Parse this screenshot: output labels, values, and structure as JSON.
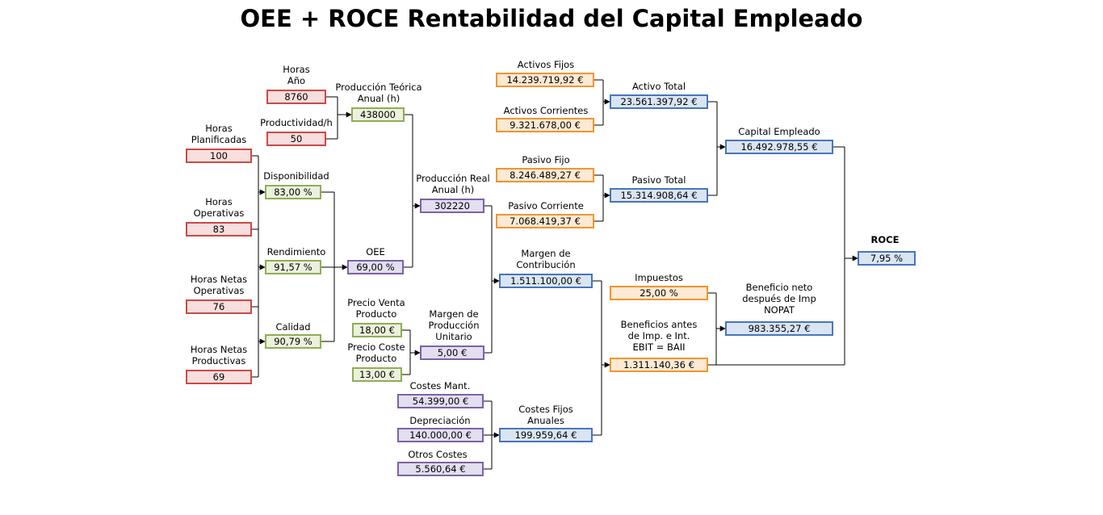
{
  "title": "OEE + ROCE Rentabilidad del Capital Empleado",
  "nodes": {
    "horas_ano": {
      "label": "Horas\nAño",
      "value": "8760"
    },
    "productividad": {
      "label": "Productividad/h",
      "value": "50"
    },
    "prod_teorica": {
      "label": "Producción Teórica\nAnual (h)",
      "value": "438000"
    },
    "horas_planificadas": {
      "label": "Horas\nPlanificadas",
      "value": "100"
    },
    "horas_operativas": {
      "label": "Horas\nOperativas",
      "value": "83"
    },
    "horas_netas_operativas": {
      "label": "Horas Netas\nOperativas",
      "value": "76"
    },
    "horas_netas_productivas": {
      "label": "Horas Netas\nProductivas",
      "value": "69"
    },
    "disponibilidad": {
      "label": "Disponibilidad",
      "value": "83,00 %"
    },
    "rendimiento": {
      "label": "Rendimiento",
      "value": "91,57 %"
    },
    "calidad": {
      "label": "Calidad",
      "value": "90,79 %"
    },
    "oee": {
      "label": "OEE",
      "value": "69,00 %"
    },
    "prod_real": {
      "label": "Producción Real\nAnual (h)",
      "value": "302220"
    },
    "precio_venta": {
      "label": "Precio Venta\nProducto",
      "value": "18,00 €"
    },
    "precio_coste": {
      "label": "Precio Coste\nProducto",
      "value": "13,00 €"
    },
    "margen_unitario": {
      "label": "Margen de\nProducción\nUnitario",
      "value": "5,00 €"
    },
    "costes_mant": {
      "label": "Costes Mant.",
      "value": "54.399,00 €"
    },
    "depreciacion": {
      "label": "Depreciación",
      "value": "140.000,00 €"
    },
    "otros_costes": {
      "label": "Otros Costes",
      "value": "5.560,64 €"
    },
    "costes_fijos": {
      "label": "Costes Fijos\nAnuales",
      "value": "199.959,64 €"
    },
    "margen_contribucion": {
      "label": "Margen de\nContribución",
      "value": "1.511.100,00 €"
    },
    "activos_fijos": {
      "label": "Activos Fijos",
      "value": "14.239.719,92 €"
    },
    "activos_corrientes": {
      "label": "Activos Corrientes",
      "value": "9.321.678,00 €"
    },
    "pasivo_fijo": {
      "label": "Pasivo Fijo",
      "value": "8.246.489,27 €"
    },
    "pasivo_corriente": {
      "label": "Pasivo Corriente",
      "value": "7.068.419,37 €"
    },
    "activo_total": {
      "label": "Activo Total",
      "value": "23.561.397,92 €"
    },
    "pasivo_total": {
      "label": "Pasivo Total",
      "value": "15.314.908,64 €"
    },
    "capital_empleado": {
      "label": "Capital Empleado",
      "value": "16.492.978,55 €"
    },
    "impuestos": {
      "label": "Impuestos",
      "value": "25,00 %"
    },
    "ebit": {
      "label": "Beneficios antes\nde Imp. e Int.\nEBIT = BAII",
      "value": "1.311.140,36 €"
    },
    "nopat": {
      "label": "Beneficio neto\ndespués de Imp\nNOPAT",
      "value": "983.355,27 €"
    },
    "roce": {
      "label": "ROCE",
      "value": "7,95 %"
    }
  },
  "colors": {
    "red": "#cc4a45",
    "green": "#8fad55",
    "purple": "#7d62a6",
    "orange": "#f1962e",
    "blue": "#4675bd",
    "connector": "#000000"
  }
}
